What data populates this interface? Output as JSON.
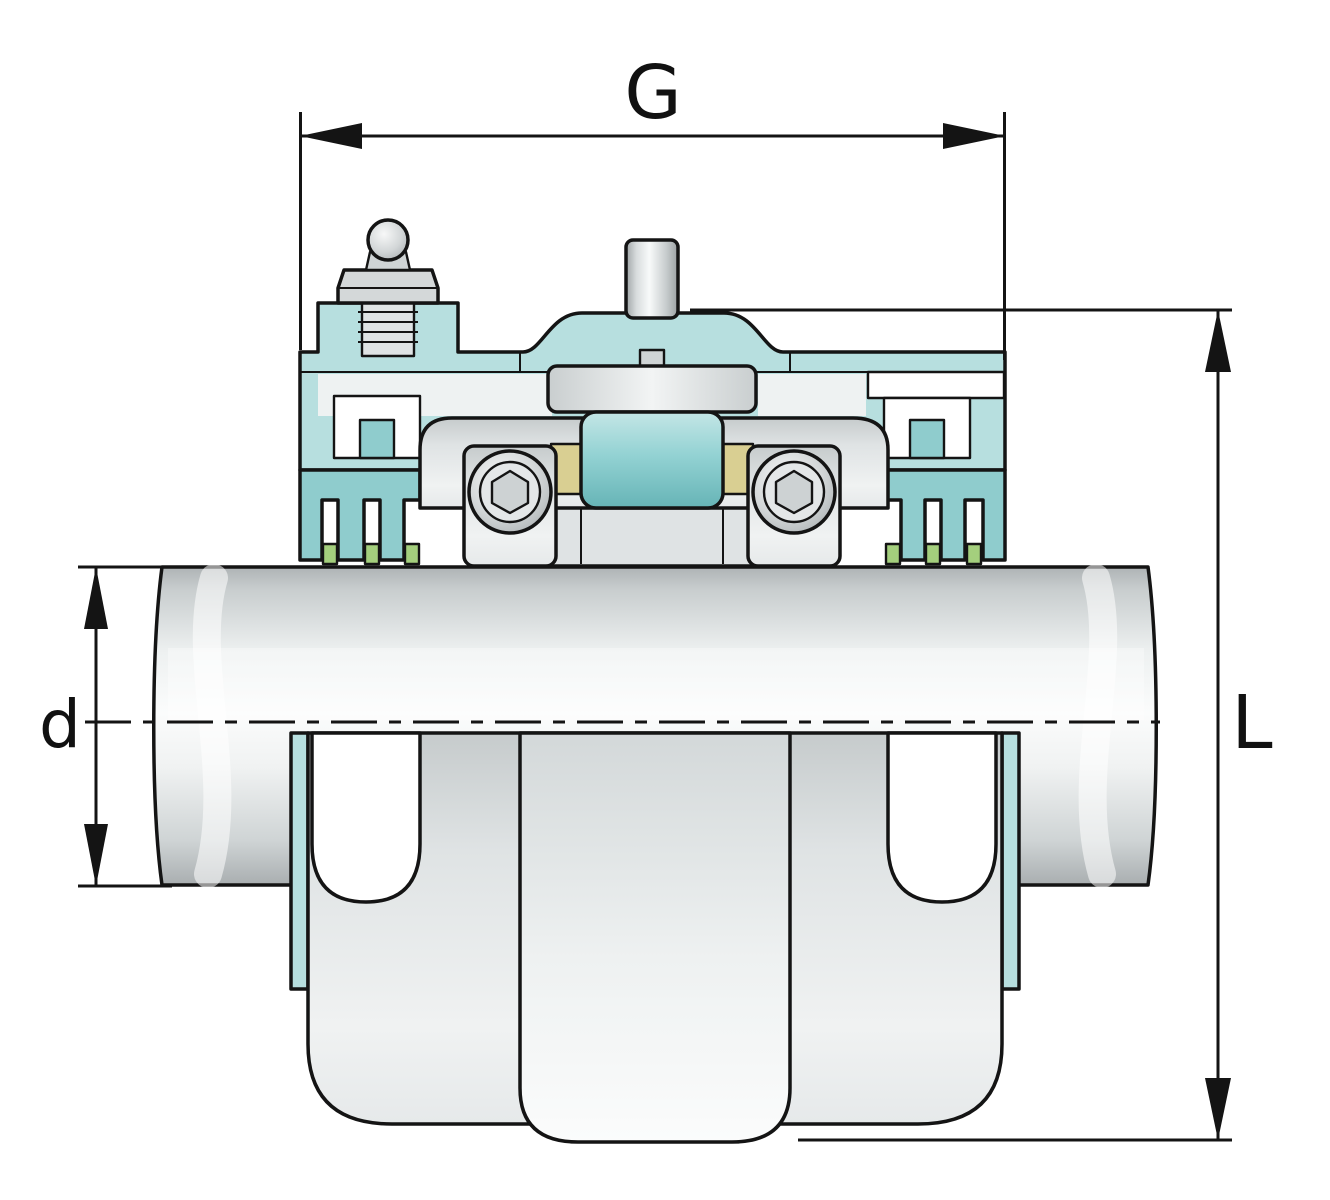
{
  "drawing": {
    "title": "bearing-unit-cross-section",
    "type": "technical-drawing"
  },
  "labels": {
    "width": "G",
    "diameter": "d",
    "height": "L"
  },
  "colors": {
    "background": "#ffffff",
    "outline": "#141414",
    "housing-teal": "#b7dfdf",
    "housing-teal-dark": "#8fcccd",
    "roller-teal": "#93d2d3",
    "metal-light": "#f4f6f6",
    "metal-mid": "#d7dbdc",
    "metal-dark": "#aeb3b5",
    "cage-tan": "#d9cf92",
    "seal-green": "#a4cf7d"
  }
}
